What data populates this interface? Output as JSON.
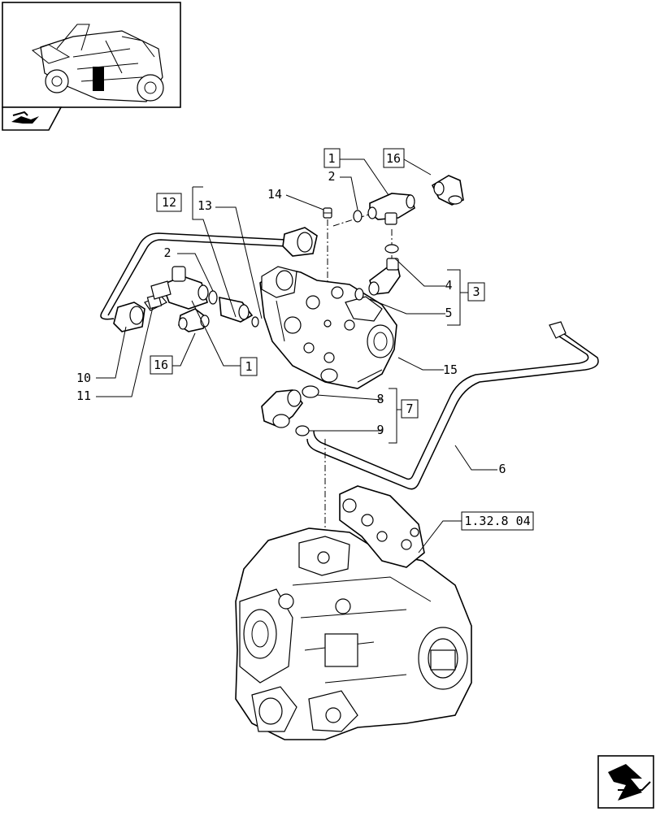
{
  "labels": {
    "l1_top": "1",
    "l16_top": "16",
    "l2_top": "2",
    "l14": "14",
    "l12": "12",
    "l13": "13",
    "l2_left": "2",
    "l4": "4",
    "l3": "3",
    "l5": "5",
    "l10": "10",
    "l11": "11",
    "l16_left": "16",
    "l1_left": "1",
    "l15": "15",
    "l8": "8",
    "l7": "7",
    "l9": "9",
    "l6": "6",
    "ref": "1.32.8 04"
  },
  "icons": {
    "overview": "tractor-overview-thumbnail-icon",
    "nav_tab": "exploded-view-tab-icon",
    "nav_next": "next-page-arrow-icon"
  }
}
